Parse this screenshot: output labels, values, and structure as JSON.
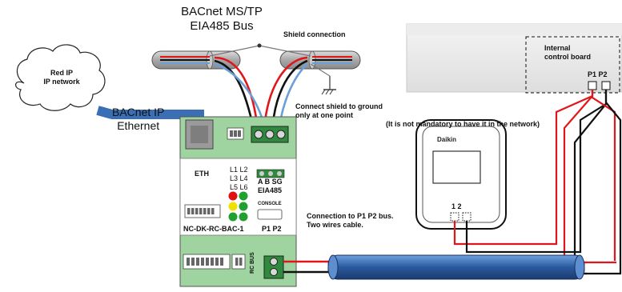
{
  "labels": {
    "bus_title_line1": "BACnet MS/TP",
    "bus_title_line2": "EIA485 Bus",
    "shield_connection": "Shield connection",
    "cloud_line1": "Red IP",
    "cloud_line2": "IP network",
    "ethernet_line1": "BACnet IP",
    "ethernet_line2": "Ethernet",
    "ground_note_line1": "Connect shield to ground",
    "ground_note_line2": "only at one point",
    "internal_board_line1": "Internal",
    "internal_board_line2": "control board",
    "p1p2_board": "P1 P2",
    "optional_note": "(It is not mandatory to have it in the network)",
    "daikin_brand": "Daikin",
    "remote_terminals": "1  2",
    "connection_note_line1": "Connection to P1 P2 bus.",
    "connection_note_line2": "Two wires cable.",
    "gateway": {
      "eth": "ETH",
      "leds_row1": "L1  L2",
      "leds_row2": "L3  L4",
      "leds_row3": "L5  L6",
      "eia_terminals": "A  B  SG",
      "eia485": "EIA485",
      "console": "CONSOLE",
      "model": "NC-DK-RC-BAC-1",
      "p1p2": "P1 P2",
      "rc": "RC",
      "bus": "BUS"
    }
  },
  "colors": {
    "wire_red": "#e0161a",
    "wire_black": "#111111",
    "wire_blue": "#6a9fd8",
    "ethernet_blue": "#3a6fb5",
    "gateway_green": "#9fd4a0",
    "terminal_green": "#2f8a3d",
    "cable_blue": "#2a5a9e",
    "led_red": "#e01010",
    "led_yellow": "#f0e000",
    "led_green": "#20a030"
  }
}
